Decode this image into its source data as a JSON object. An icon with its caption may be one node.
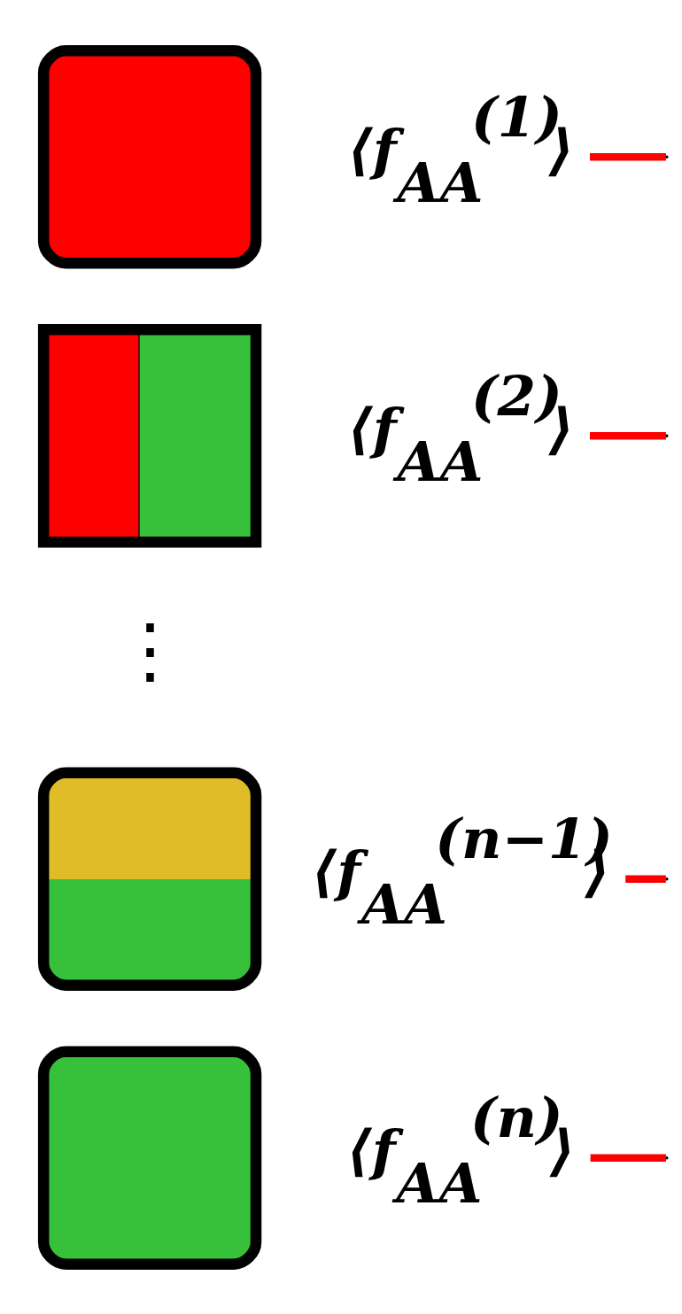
{
  "diagram": {
    "nodes": [
      {
        "text": [],
        "shape": "box"
      },
      {
        "text": [
          "⟨f$_{AA}$$^{(1)}$⟩"
        ]
      },
      {
        "text": [],
        "shape": "box"
      },
      {
        "text": [
          "⟨f$_{AA}$$^{(2)}$⟩"
        ]
      },
      {
        "text": [],
        "shape": "box"
      },
      {
        "text": [
          "⟨f$_{AA}$$^{(n−1)}$⟩"
        ]
      },
      {
        "text": [],
        "shape": "box"
      },
      {
        "text": [
          "⟨f$_{AA}$$^{(n)}$⟩"
        ]
      }
    ],
    "edges": [
      {
        "from": 1,
        "to": null,
        "arrow": "none",
        "color": "#ff0000"
      },
      {
        "from": 3,
        "to": null,
        "arrow": "none",
        "color": "#ff0000"
      },
      {
        "from": 5,
        "to": null,
        "arrow": "none",
        "color": "#ff0000"
      },
      {
        "from": 7,
        "to": null,
        "arrow": "none",
        "color": "#ff0000"
      }
    ],
    "labels": [
      "⋮"
    ]
  }
}
